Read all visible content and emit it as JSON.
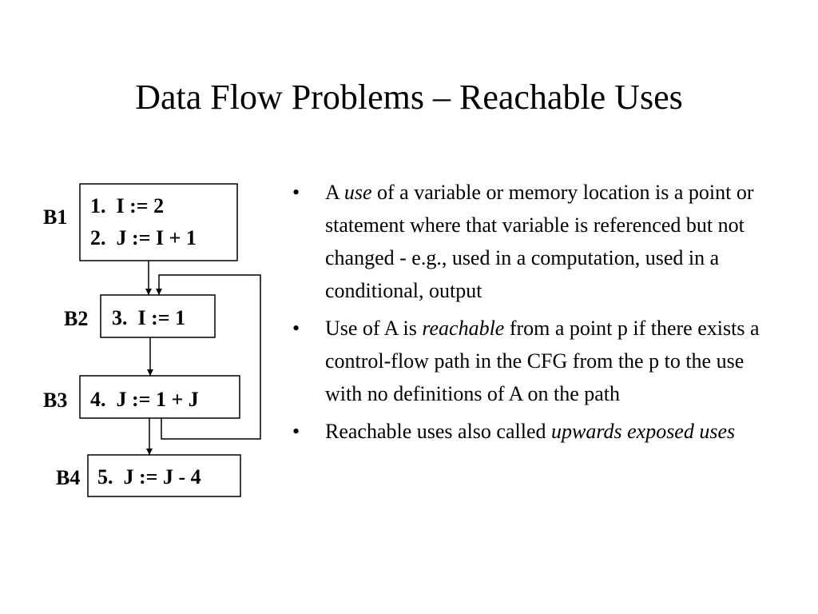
{
  "slide": {
    "title": "Data Flow Problems – Reachable Uses"
  },
  "diagram": {
    "blocks": [
      {
        "label": "B1",
        "lines": [
          "1.  I := 2",
          "2.  J := I + 1"
        ]
      },
      {
        "label": "B2",
        "lines": [
          "3.  I := 1"
        ]
      },
      {
        "label": "B3",
        "lines": [
          "4.  J := 1 + J"
        ]
      },
      {
        "label": "B4",
        "lines": [
          "5.  J := J - 4"
        ]
      }
    ]
  },
  "bullets": [
    {
      "b1_pre": "A ",
      "b1_em": "use",
      "b1_post": " of a variable or memory location is a point or statement where that variable is referenced but not changed - e.g., used in a computation, used in a conditional, output"
    },
    {
      "b2_pre": "Use of A is ",
      "b2_em": "reachable",
      "b2_post": " from a point p if there exists a control-flow path in the CFG from the p to the use with no definitions of A on the path"
    },
    {
      "b3_pre": "Reachable uses also called ",
      "b3_em": "upwards exposed uses",
      "b3_post": ""
    }
  ],
  "bullet_glyph": "•"
}
